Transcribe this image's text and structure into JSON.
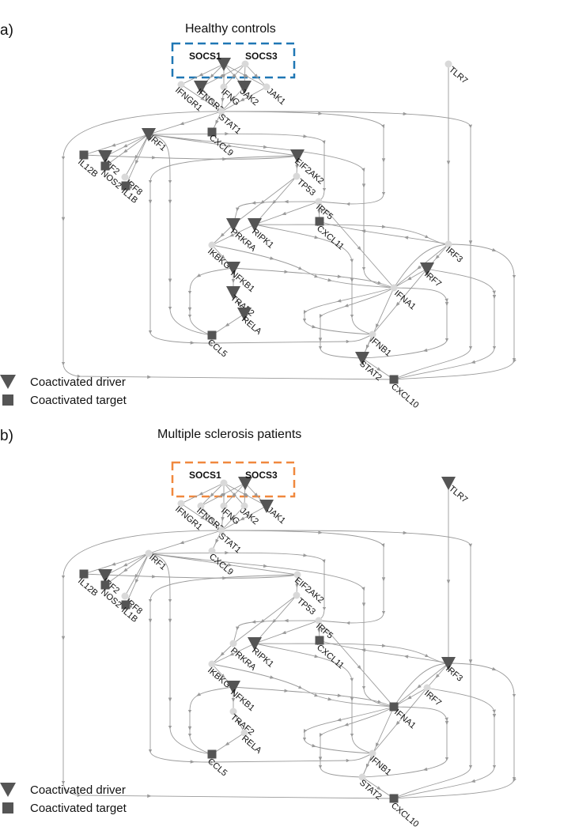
{
  "panels": [
    {
      "letter": "a)",
      "title": "Healthy controls",
      "box_color": "#1f77b4",
      "drivers": [
        "SOCS1",
        "IFNGR2",
        "JAK2",
        "IRF1",
        "IRF2",
        "EIF2AK2",
        "PRKRA",
        "RIPK1",
        "NFKB1",
        "TRAF2",
        "RELA",
        "IRF7",
        "STAT2"
      ],
      "targets": [
        "CXCL9",
        "IL12B",
        "NOS2",
        "IL1B",
        "CXCL11",
        "CCL5",
        "CXCL10"
      ]
    },
    {
      "letter": "b)",
      "title": "Multiple sclerosis patients",
      "box_color": "#f0883e",
      "drivers": [
        "SOCS3",
        "JAK1",
        "TLR7",
        "IRF2",
        "RIPK1",
        "NFKB1",
        "IRF3"
      ],
      "targets": [
        "IL12B",
        "NOS2",
        "IL1B",
        "CXCL11",
        "CCL5",
        "IFNA1",
        "CXCL10"
      ]
    }
  ],
  "legend": {
    "driver_label": "Coactivated driver",
    "target_label": "Coactivated target"
  },
  "colors": {
    "node": "#d9d9d9",
    "active": "#555555",
    "edge": "#9a9a9a",
    "text": "#111111"
  }
}
